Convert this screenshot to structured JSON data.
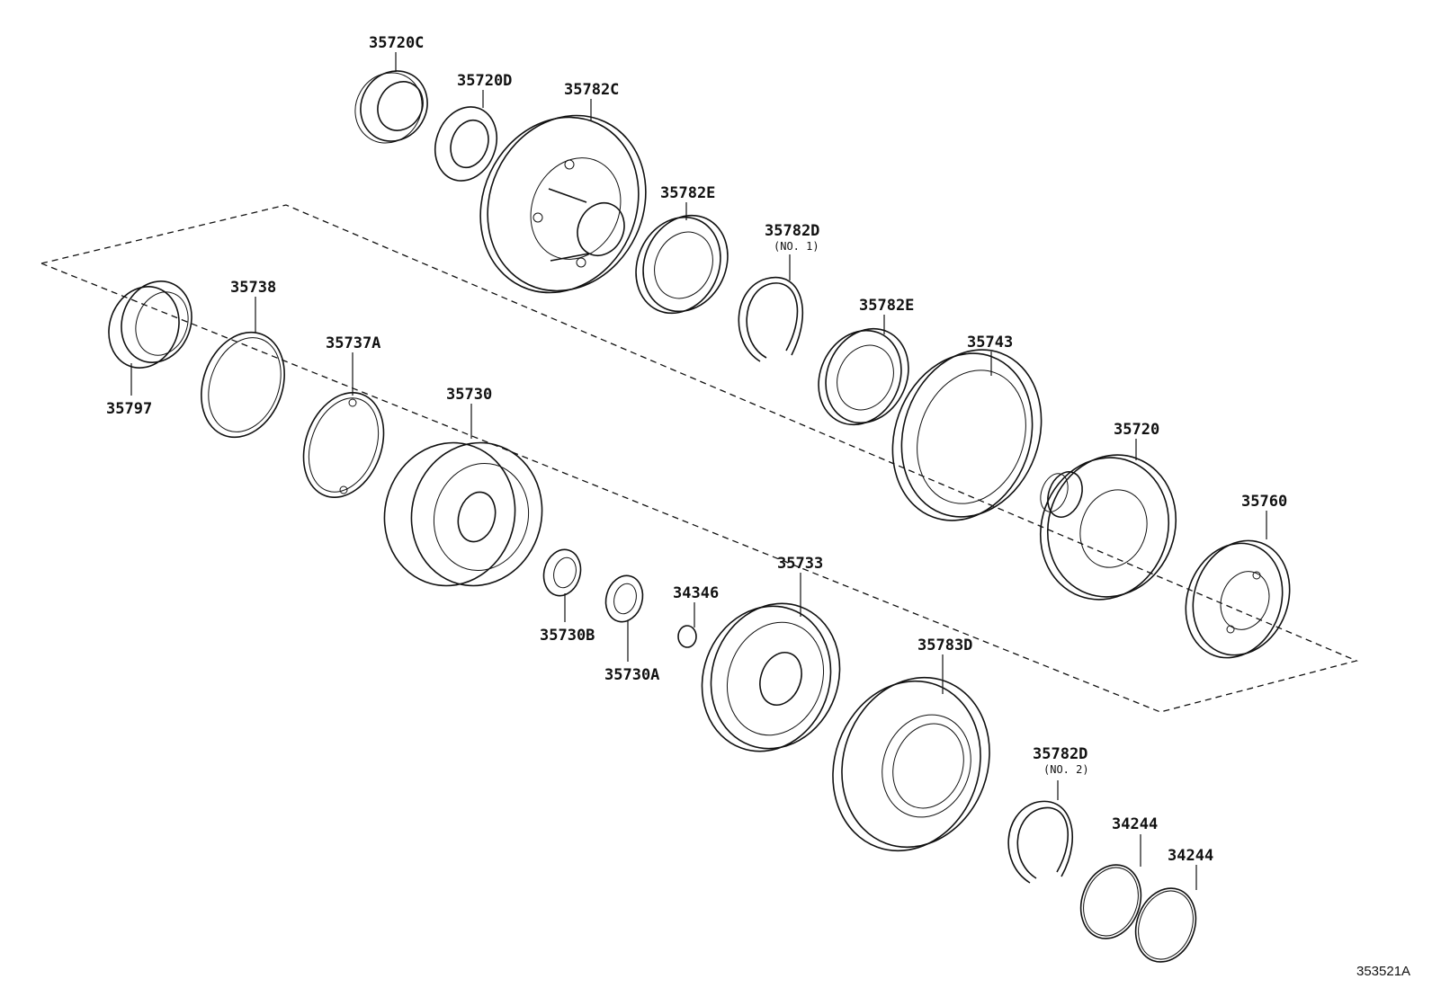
{
  "callouts": [
    {
      "id": "35720C",
      "label": "35720C"
    },
    {
      "id": "35720D",
      "label": "35720D"
    },
    {
      "id": "35782C",
      "label": "35782C"
    },
    {
      "id": "35782E_a",
      "label": "35782E"
    },
    {
      "id": "35782D_1",
      "label": "35782D",
      "sub": "(NO. 1)"
    },
    {
      "id": "35782E_b",
      "label": "35782E"
    },
    {
      "id": "35743",
      "label": "35743"
    },
    {
      "id": "35720",
      "label": "35720"
    },
    {
      "id": "35760",
      "label": "35760"
    },
    {
      "id": "35797",
      "label": "35797"
    },
    {
      "id": "35738",
      "label": "35738"
    },
    {
      "id": "35737A",
      "label": "35737A"
    },
    {
      "id": "35730",
      "label": "35730"
    },
    {
      "id": "35730B",
      "label": "35730B"
    },
    {
      "id": "35730A",
      "label": "35730A"
    },
    {
      "id": "34346",
      "label": "34346"
    },
    {
      "id": "35733",
      "label": "35733"
    },
    {
      "id": "35783D",
      "label": "35783D"
    },
    {
      "id": "35782D_2",
      "label": "35782D",
      "sub": "(NO. 2)"
    },
    {
      "id": "34244_a",
      "label": "34244"
    },
    {
      "id": "34244_b",
      "label": "34244"
    }
  ],
  "diagram_ref": "353521A"
}
